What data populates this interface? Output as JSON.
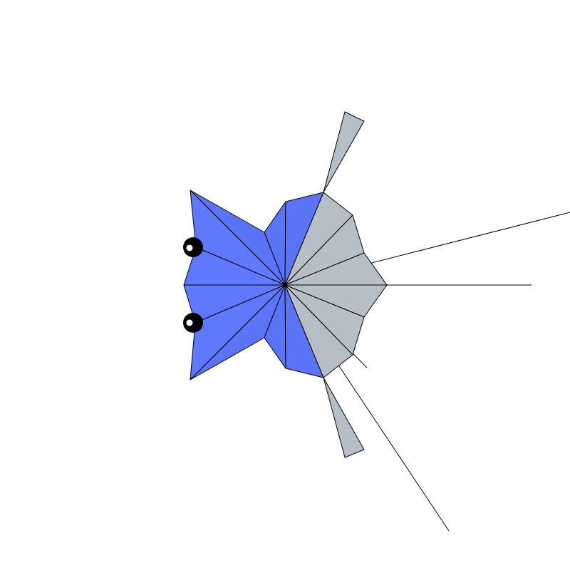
{
  "canvas": {
    "background": "#ffffff"
  },
  "colors": {
    "body_blue": "#5b73f5",
    "body_blue_light": "#5e79fb",
    "fin_gray": "#b6bfc6",
    "outline": "#000000",
    "eye_outer": "#000000",
    "eye_highlight": "#ffffff"
  },
  "figure": {
    "description_name": "geometric-creature",
    "head_part_names": [
      "head-facet"
    ],
    "fin_part_names": [
      "fin-facet"
    ],
    "eye_count": 2,
    "ray_count": 4
  }
}
